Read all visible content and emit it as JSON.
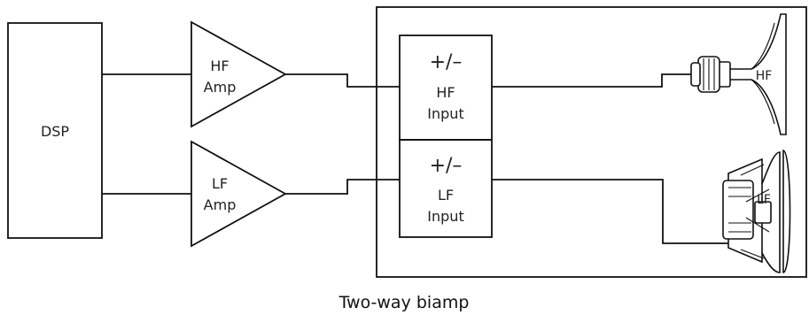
{
  "diagram": {
    "caption": "Two-way biamp",
    "dsp_label": "DSP",
    "hf_amp": {
      "line1": "HF",
      "line2": "Amp"
    },
    "lf_amp": {
      "line1": "LF",
      "line2": "Amp"
    },
    "hf_input": {
      "polarity": "+/–",
      "line1": "HF",
      "line2": "Input"
    },
    "lf_input": {
      "polarity": "+/–",
      "line1": "LF",
      "line2": "Input"
    },
    "hf_driver_label": "HF",
    "lf_driver_label": "LF"
  }
}
